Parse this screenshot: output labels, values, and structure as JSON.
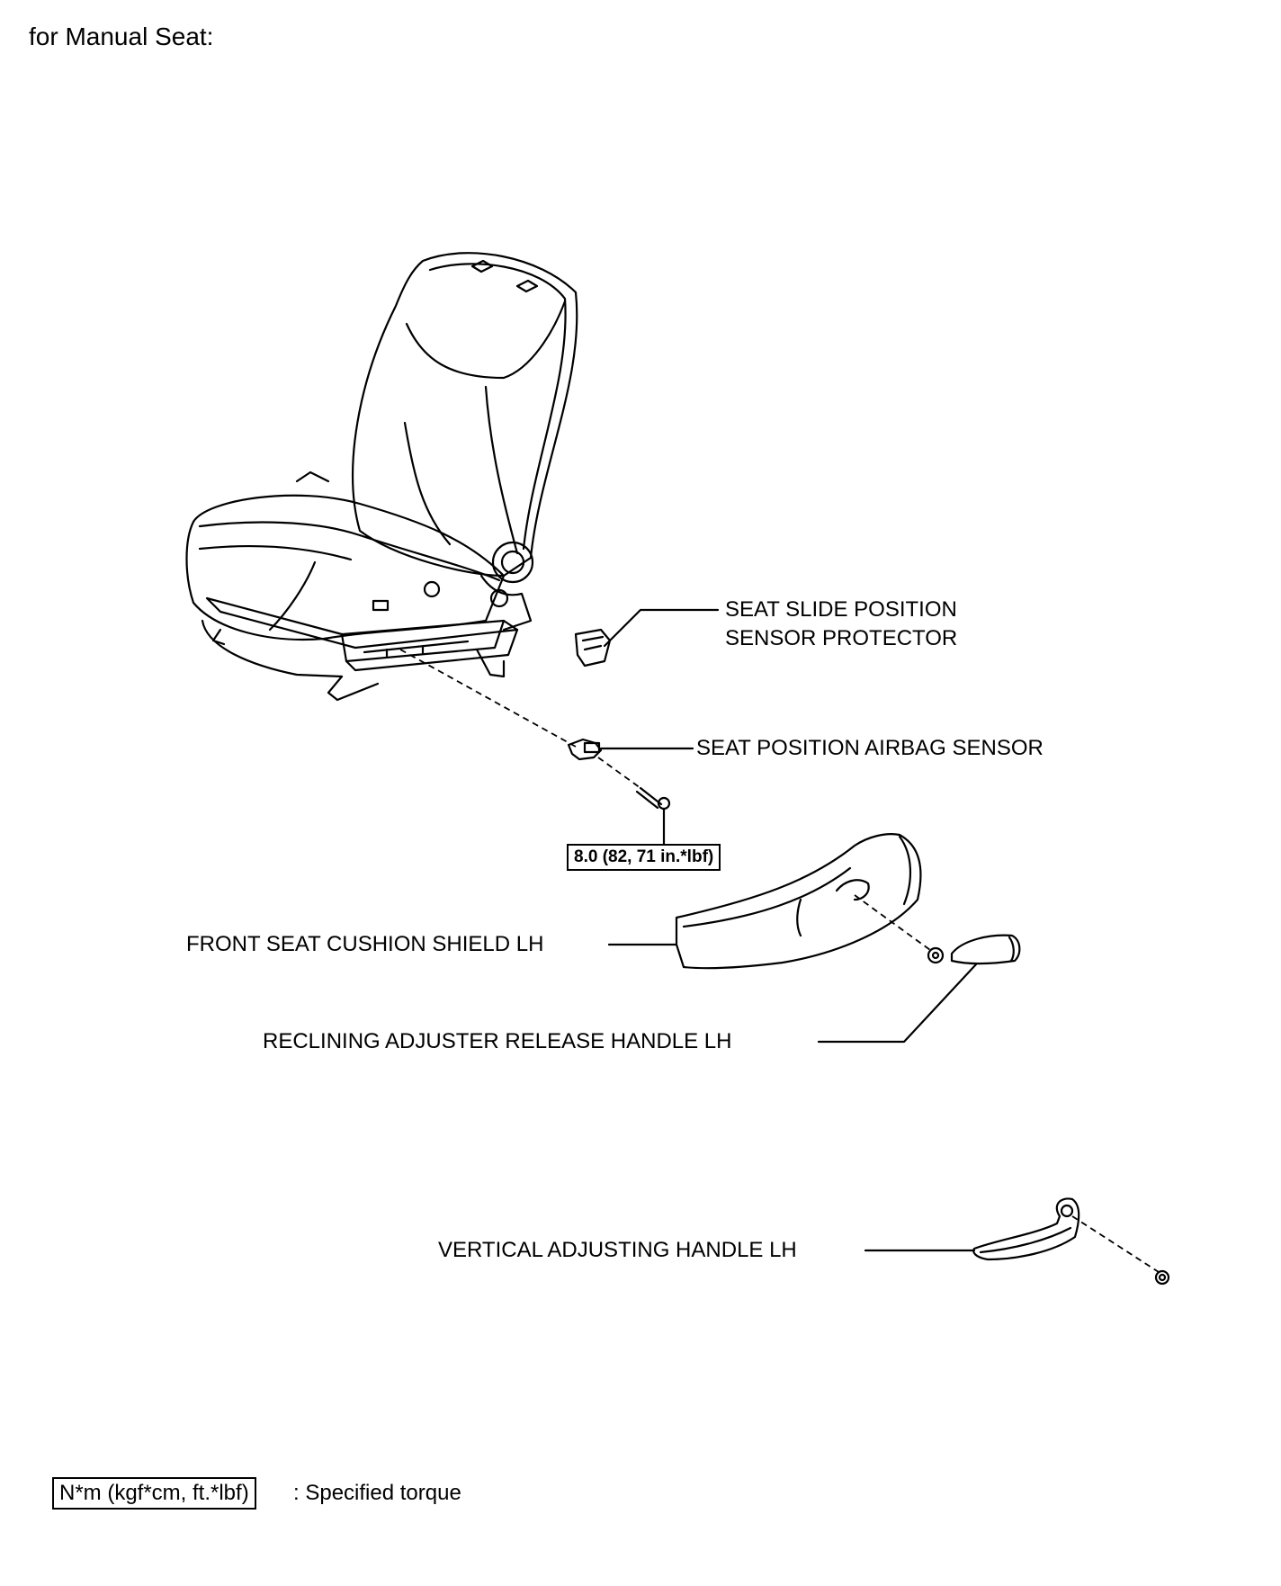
{
  "heading": "for Manual Seat:",
  "labels": {
    "slide_sensor_protector": [
      "SEAT SLIDE POSITION",
      "SENSOR PROTECTOR"
    ],
    "airbag_sensor": "SEAT POSITION AIRBAG SENSOR",
    "torque_value": "8.0 (82, 71 in.*lbf)",
    "cushion_shield": "FRONT SEAT CUSHION SHIELD LH",
    "reclining_handle": "RECLINING ADJUSTER RELEASE HANDLE LH",
    "vertical_handle": "VERTICAL ADJUSTING HANDLE LH"
  },
  "legend": {
    "box_text": "N*m (kgf*cm, ft.*lbf)",
    "description": ": Specified torque"
  }
}
